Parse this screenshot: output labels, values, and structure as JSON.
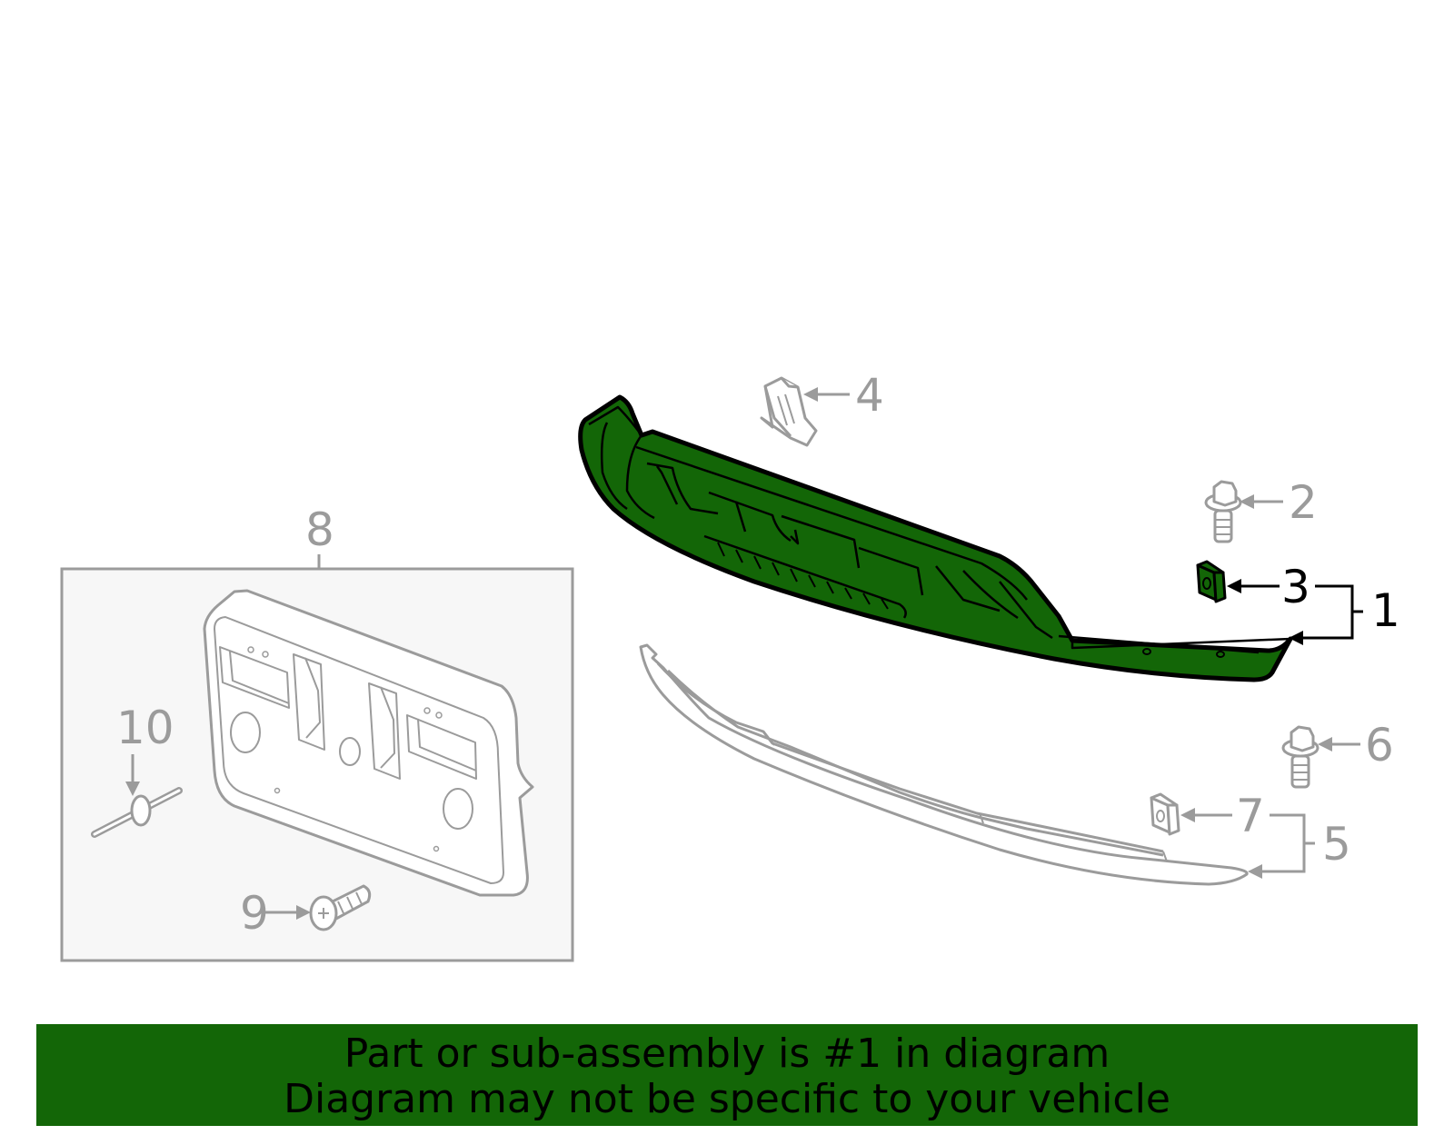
{
  "diagram": {
    "highlight_color": "#136607",
    "line_color_highlight": "#000000",
    "line_color_other": "#9b9b9b",
    "subassembly_box_fill": "#f7f7f7",
    "callouts": [
      {
        "id": "1",
        "label": "1",
        "part": "lower-bumper-valance-assembly",
        "highlighted": true
      },
      {
        "id": "2",
        "label": "2",
        "part": "bolt",
        "highlighted": false
      },
      {
        "id": "3",
        "label": "3",
        "part": "u-nut",
        "highlighted": true
      },
      {
        "id": "4",
        "label": "4",
        "part": "retainer-clip",
        "highlighted": false
      },
      {
        "id": "5",
        "label": "5",
        "part": "lower-trim-molding",
        "highlighted": false
      },
      {
        "id": "6",
        "label": "6",
        "part": "bolt",
        "highlighted": false
      },
      {
        "id": "7",
        "label": "7",
        "part": "u-nut",
        "highlighted": false
      },
      {
        "id": "8",
        "label": "8",
        "part": "license-plate-bracket",
        "highlighted": false
      },
      {
        "id": "9",
        "label": "9",
        "part": "screw",
        "highlighted": false
      },
      {
        "id": "10",
        "label": "10",
        "part": "push-rivet",
        "highlighted": false
      }
    ]
  },
  "banner": {
    "line1": "Part or sub-assembly is #1 in diagram",
    "line2": "Diagram may not be specific to your vehicle",
    "background": "#136607"
  }
}
